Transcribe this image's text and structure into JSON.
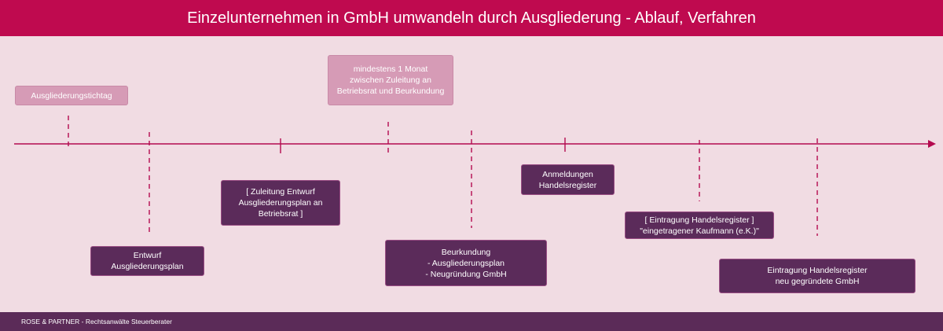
{
  "header": {
    "title": "Einzelunternehmen in GmbH umwandeln durch Ausgliederung -  Ablauf, Verfahren"
  },
  "footer": {
    "text": "ROSE & PARTNER - Rechtsanwälte Steuerberater"
  },
  "colors": {
    "header_bg": "#bf0a4f",
    "background": "#f1dce3",
    "timeline": "#b40a4f",
    "box_dark": "#5b2b5a",
    "box_light": "#d69bb6",
    "footer_bg": "#5b2b58"
  },
  "labels": {
    "stichtag": "Ausgliederungstichtag",
    "frist": "mindestens 1 Monat\nzwischen Zuleitung an\nBetriebsrat und Beurkundung",
    "entwurf": "Entwurf\nAusgliederungsplan",
    "zuleitung": "[ Zuleitung Entwurf\nAusgliederungsplan an\nBetriebsrat ]",
    "beurkundung": "Beurkundung\n- Ausgliederungsplan\n- Neugründung GmbH",
    "anmeldungen": "Anmeldungen\nHandelsregister",
    "eintragung_ek": "[ Eintragung Handelsregister ]\n\"eingetragener Kaufmann (e.K.)\"",
    "eintragung_gmbh": "Eintragung Handelsregister\nneu gegründete GmbH"
  }
}
